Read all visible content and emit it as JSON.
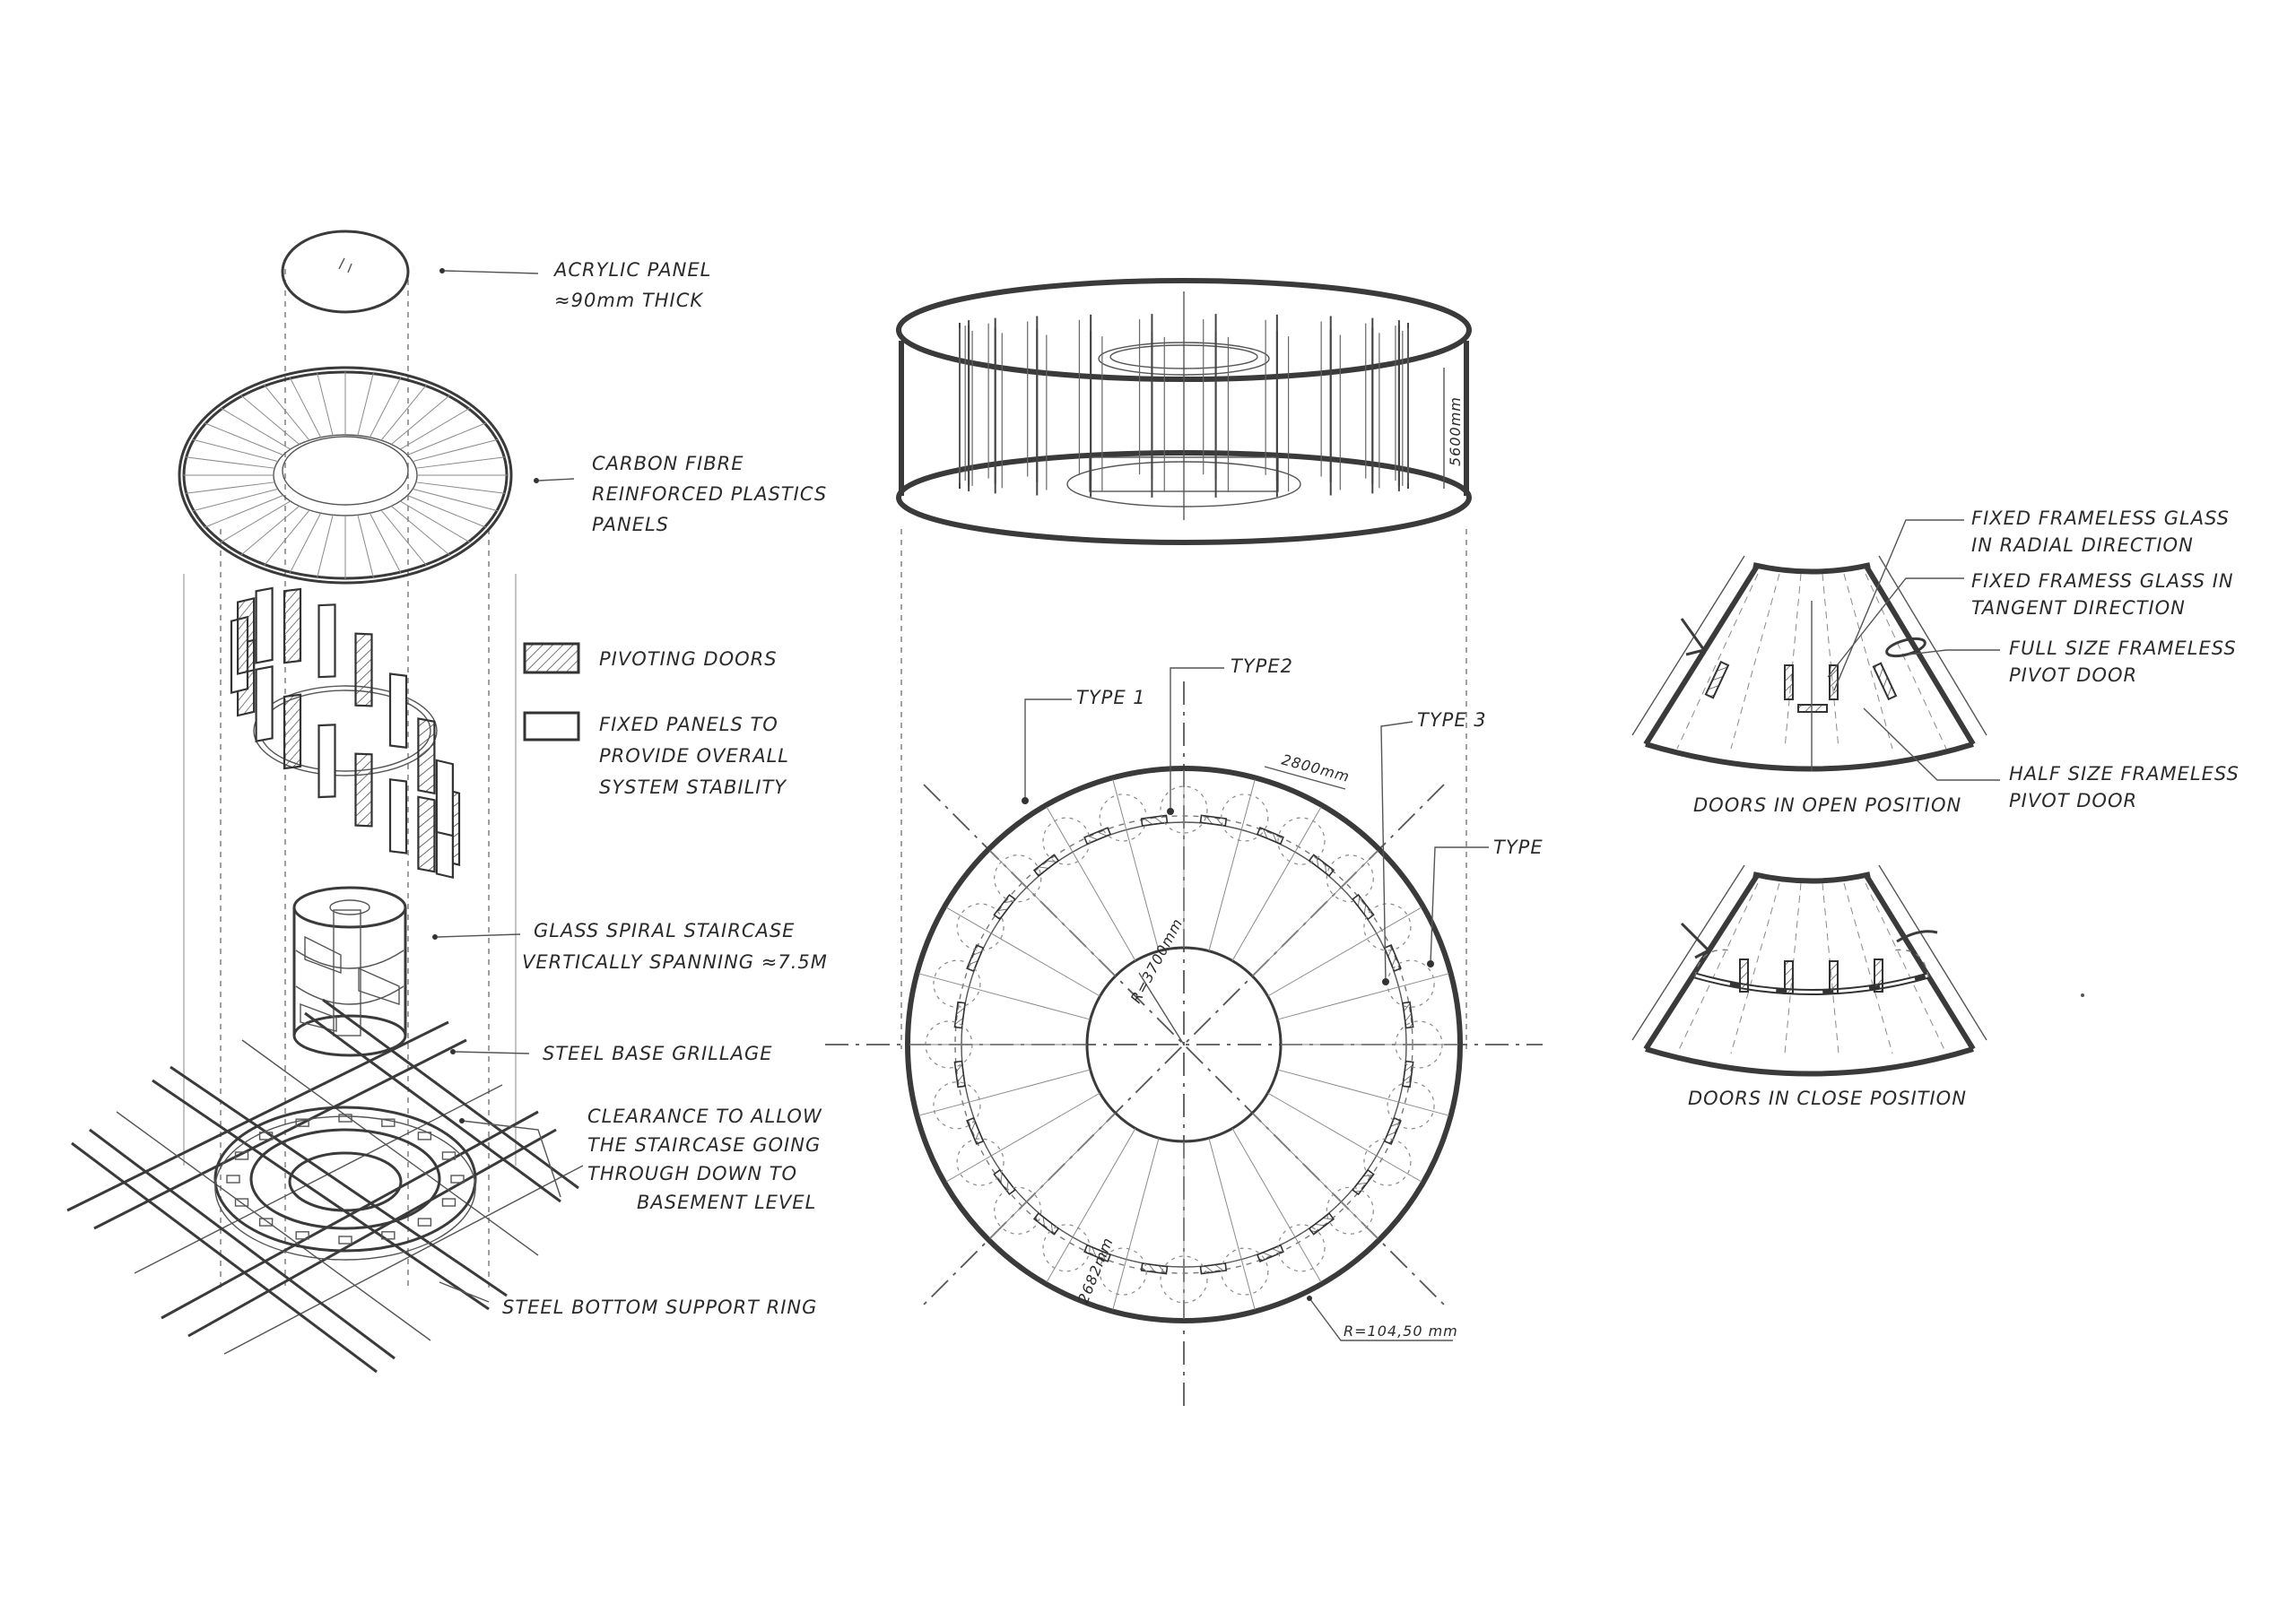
{
  "exploded_axonometric": {
    "labels": {
      "acrylic_panel": [
        "ACRYLIC PANEL",
        "≈90mm THICK"
      ],
      "cfrp_panels": [
        "CARBON FIBRE",
        "REINFORCED PLASTICS",
        "PANELS"
      ],
      "glass_spiral_staircase": [
        "GLASS SPIRAL STAIRCASE",
        "VERTICALLY SPANNING ≈7.5M"
      ],
      "steel_base_grillage": [
        "STEEL BASE GRILLAGE"
      ],
      "clearance_note": [
        "CLEARANCE TO ALLOW",
        "THE STAIRCASE GOING",
        "THROUGH DOWN TO",
        "BASEMENT LEVEL"
      ],
      "steel_bottom_support_ring": [
        "STEEL BOTTOM SUPPORT RING"
      ]
    },
    "legend": {
      "pivoting_doors": "PIVOTING DOORS",
      "fixed_panels": [
        "FIXED PANELS TO",
        "PROVIDE OVERALL",
        "SYSTEM STABILITY"
      ]
    }
  },
  "plan": {
    "type_labels": {
      "type1": "TYPE 1",
      "type2": "TYPE2",
      "type3": "TYPE 3",
      "type4": "TYPE"
    },
    "dimensions": {
      "height": "5600mm",
      "inner_radius": "R=3700mm",
      "panel_width": "2800mm",
      "door_width": "2682mm",
      "outer_radius": "R=104,50 mm"
    }
  },
  "detail_views": {
    "labels": {
      "fixed_radial": [
        "FIXED FRAMELESS GLASS",
        "IN RADIAL DIRECTION"
      ],
      "fixed_tangent": [
        "FIXED FRAMESS GLASS IN",
        "TANGENT DIRECTION"
      ],
      "full_size_door": [
        "FULL SIZE FRAMELESS",
        "PIVOT DOOR"
      ],
      "half_size_door": [
        "HALF SIZE FRAMELESS",
        "PIVOT DOOR"
      ]
    },
    "captions": {
      "open": "DOORS IN OPEN POSITION",
      "close": "DOORS IN CLOSE POSITION"
    }
  }
}
